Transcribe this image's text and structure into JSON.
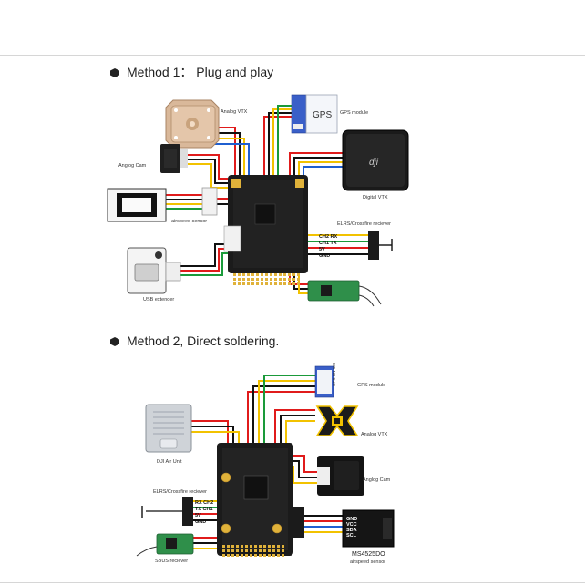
{
  "method1": {
    "title": "Method 1： Plug and play",
    "labels": {
      "analog_vtx": "Analog VTX",
      "gps_module": "GPS module",
      "gps_text": "GPS",
      "analog_cam": "Anglog Cam",
      "digital_vtx": "Digital VTX",
      "airspeed_sensor": "airspeed sensor",
      "usb_extender": "USB extender",
      "elrs_receiver": "ELRS/Crossfire reciever"
    },
    "elrs_pins": [
      "CH2 RX",
      "CH1 TX",
      "5V",
      "GND"
    ]
  },
  "method2": {
    "title": "Method 2, Direct soldering.",
    "labels": {
      "gps_module": "GPS module",
      "gps_chip": "GPS-BN-180",
      "analog_vtx": "Analog VTX",
      "dji_air_unit": "DJI Air Unit",
      "analog_cam": "Anglog Cam",
      "elrs_receiver": "ELRS/Crossfire reciever",
      "sbus_receiver": "SBUS reciever",
      "airspeed_sensor": "airspeed sensor",
      "airspeed_chip": "MS4525DO"
    },
    "elrs_pins": [
      "RX CH2",
      "TX CH1",
      "5V",
      "GND"
    ],
    "airspeed_pins": [
      "GND",
      "VCC",
      "SDA",
      "SCL"
    ]
  },
  "colors": {
    "wire_red": "#e01b1b",
    "wire_black": "#111111",
    "wire_yellow": "#f2c200",
    "wire_green": "#1a9a3a",
    "wire_blue": "#1f5fd0",
    "wire_white": "#dddddd",
    "board_black": "#1b1b1b",
    "pad_gold": "#e0b23a",
    "receiver_green": "#2f8f4a"
  },
  "icons": {
    "bullet": "hexagon-bullet-icon",
    "dji_logo": "dji-logo-icon"
  }
}
